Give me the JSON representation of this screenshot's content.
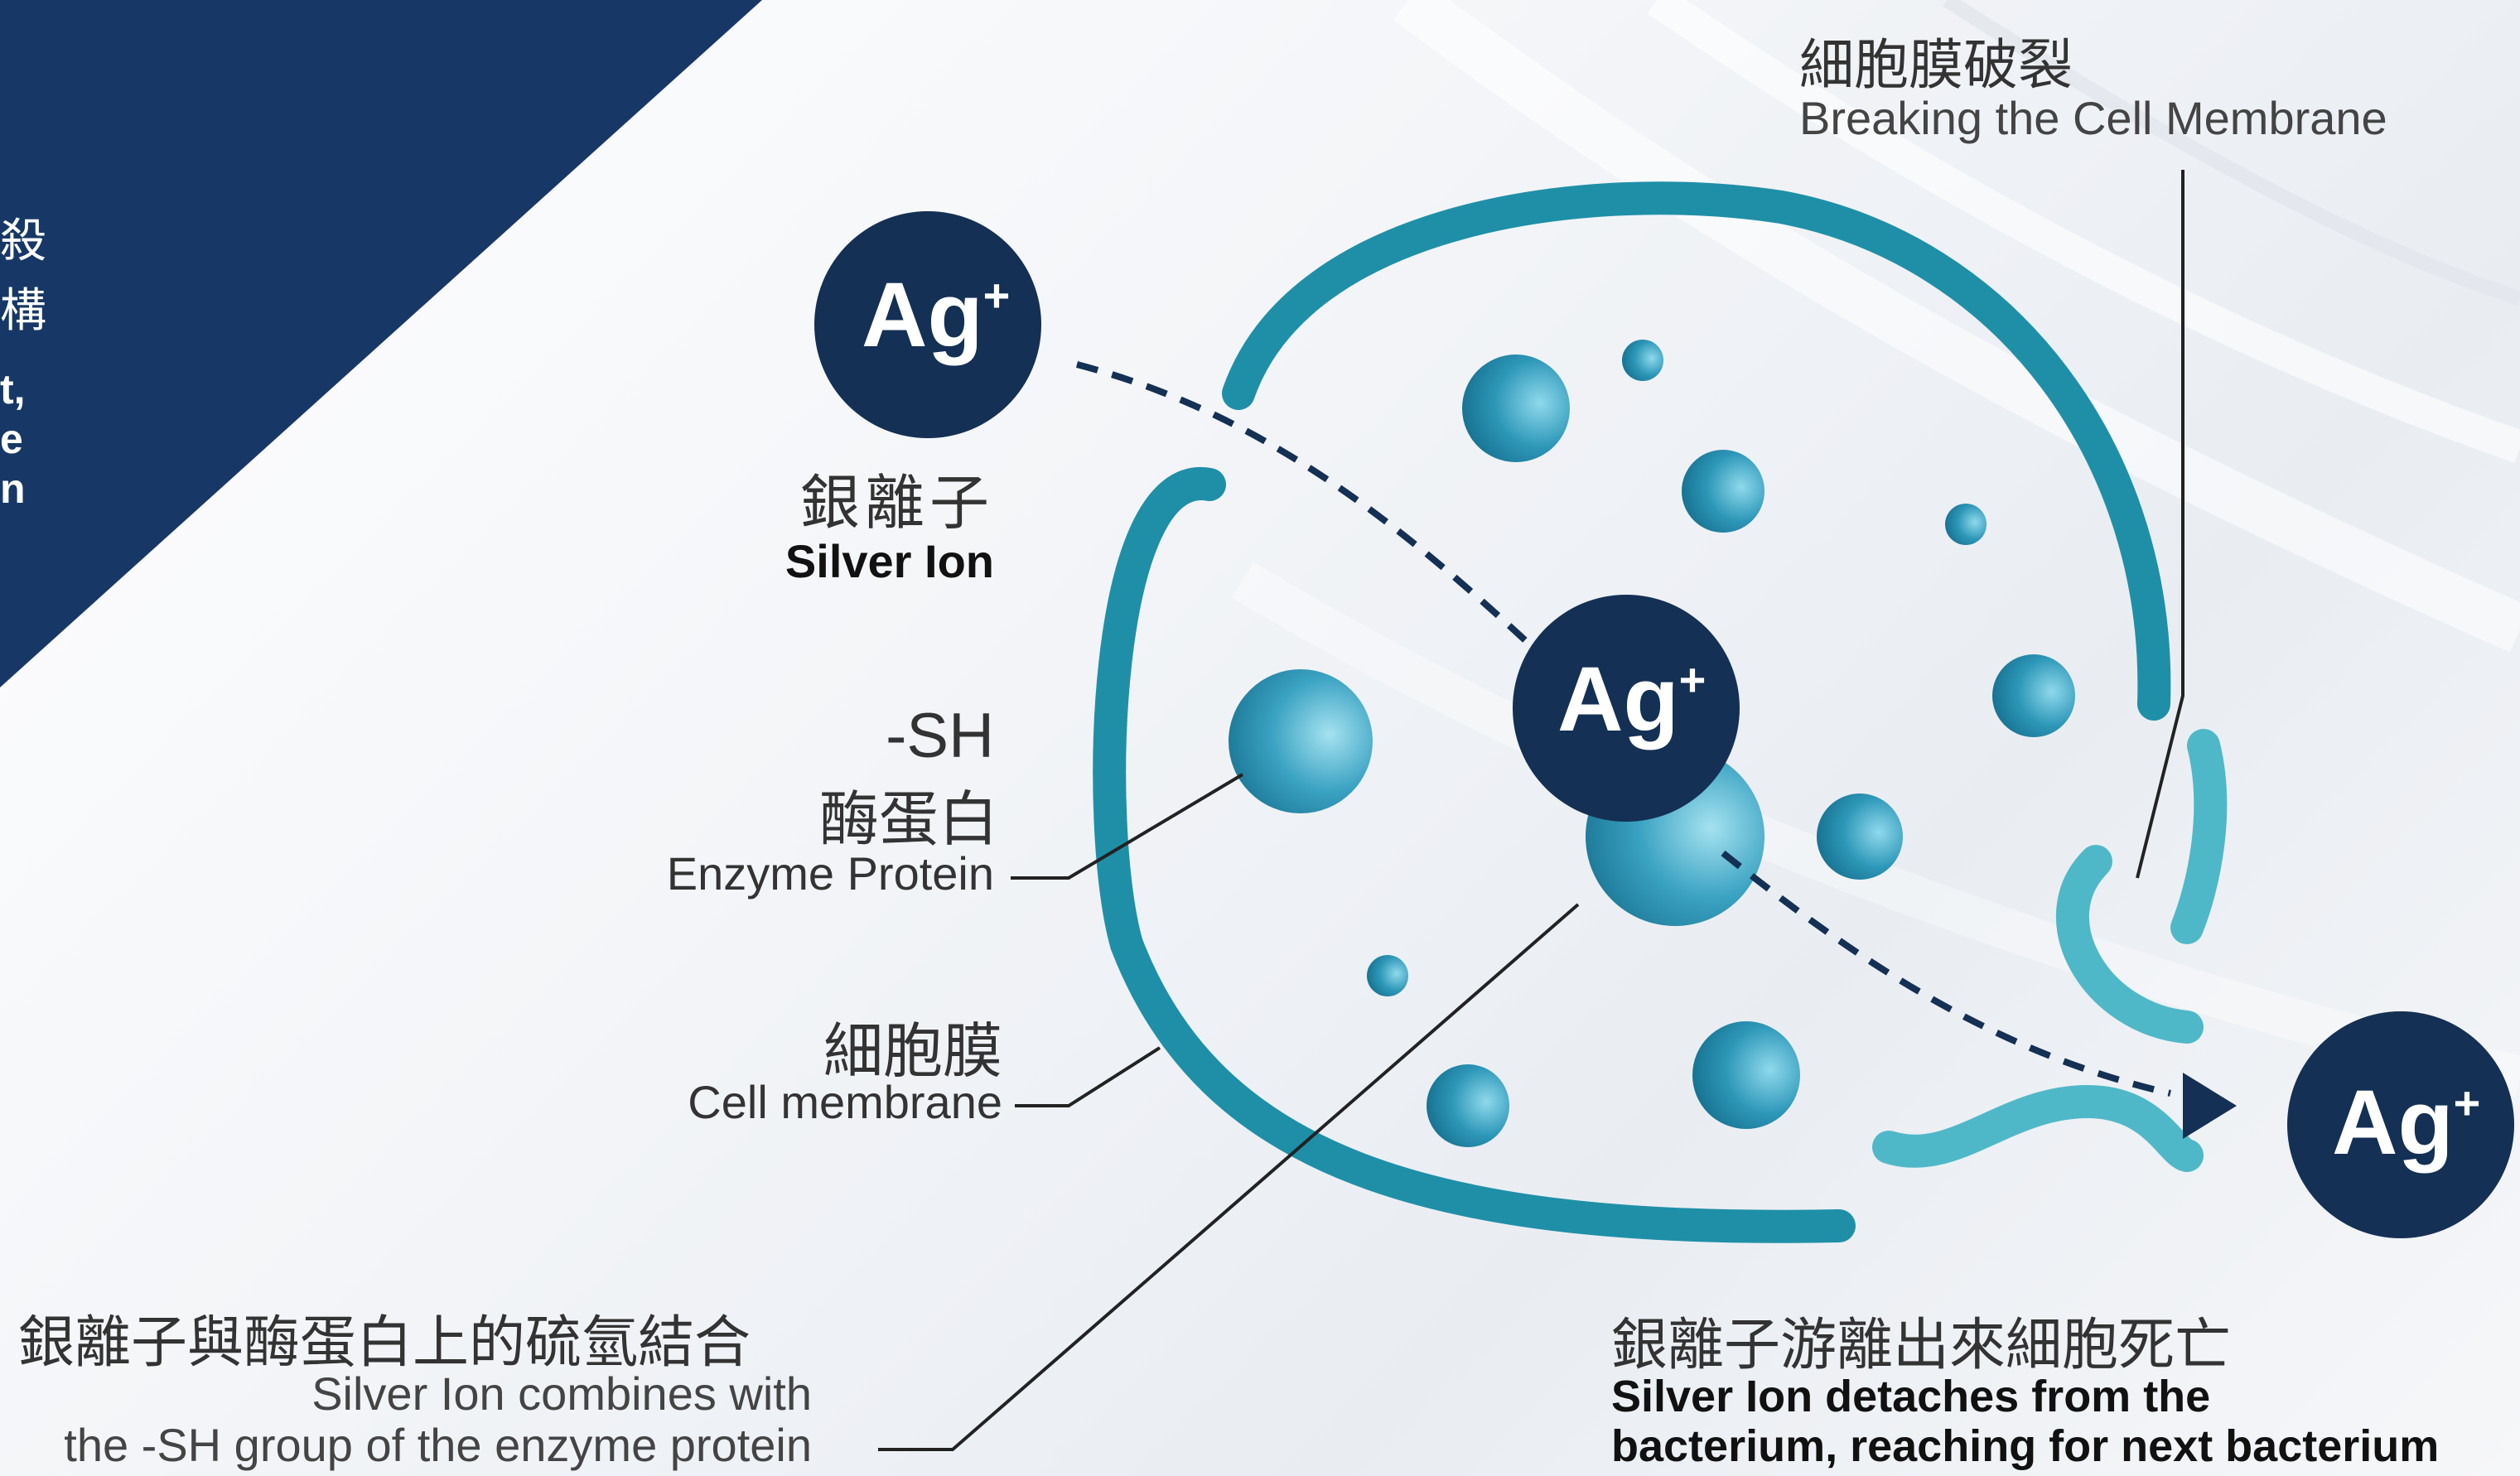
{
  "corner_panel": {
    "chinese_fragments": [
      "殺",
      "構"
    ],
    "english_fragments": [
      "t,",
      "e",
      "n"
    ],
    "color": "#173866"
  },
  "colors": {
    "membrane": "#1f8fa8",
    "membrane_light": "#4fb8c8",
    "ion": "#143054",
    "arrow": "#143054",
    "leader": "#222222"
  },
  "ions": [
    {
      "symbol": "Ag",
      "charge": "+",
      "role": "free-ion-top"
    },
    {
      "symbol": "Ag",
      "charge": "+",
      "role": "bound-ion-center"
    },
    {
      "symbol": "Ag",
      "charge": "+",
      "role": "released-ion-right"
    }
  ],
  "labels": {
    "silver_ion": {
      "zh": "銀離子",
      "en": "Silver Ion"
    },
    "enzyme": {
      "formula": "-SH",
      "zh": "酶蛋白",
      "en": "Enzyme Protein"
    },
    "membrane": {
      "zh": "細胞膜",
      "en": "Cell membrane"
    },
    "breaking": {
      "zh": "細胞膜破裂",
      "en": "Breaking the Cell Membrane"
    },
    "combine": {
      "zh": "銀離子與酶蛋白上的硫氫結合",
      "en_line1": "Silver Ion combines with",
      "en_line2": "the -SH group of the enzyme protein"
    },
    "detach": {
      "zh": "銀離子游離出來細胞死亡",
      "en_line1": "Silver Ion detaches from the",
      "en_line2": "bacterium, reaching for next bacterium"
    }
  }
}
